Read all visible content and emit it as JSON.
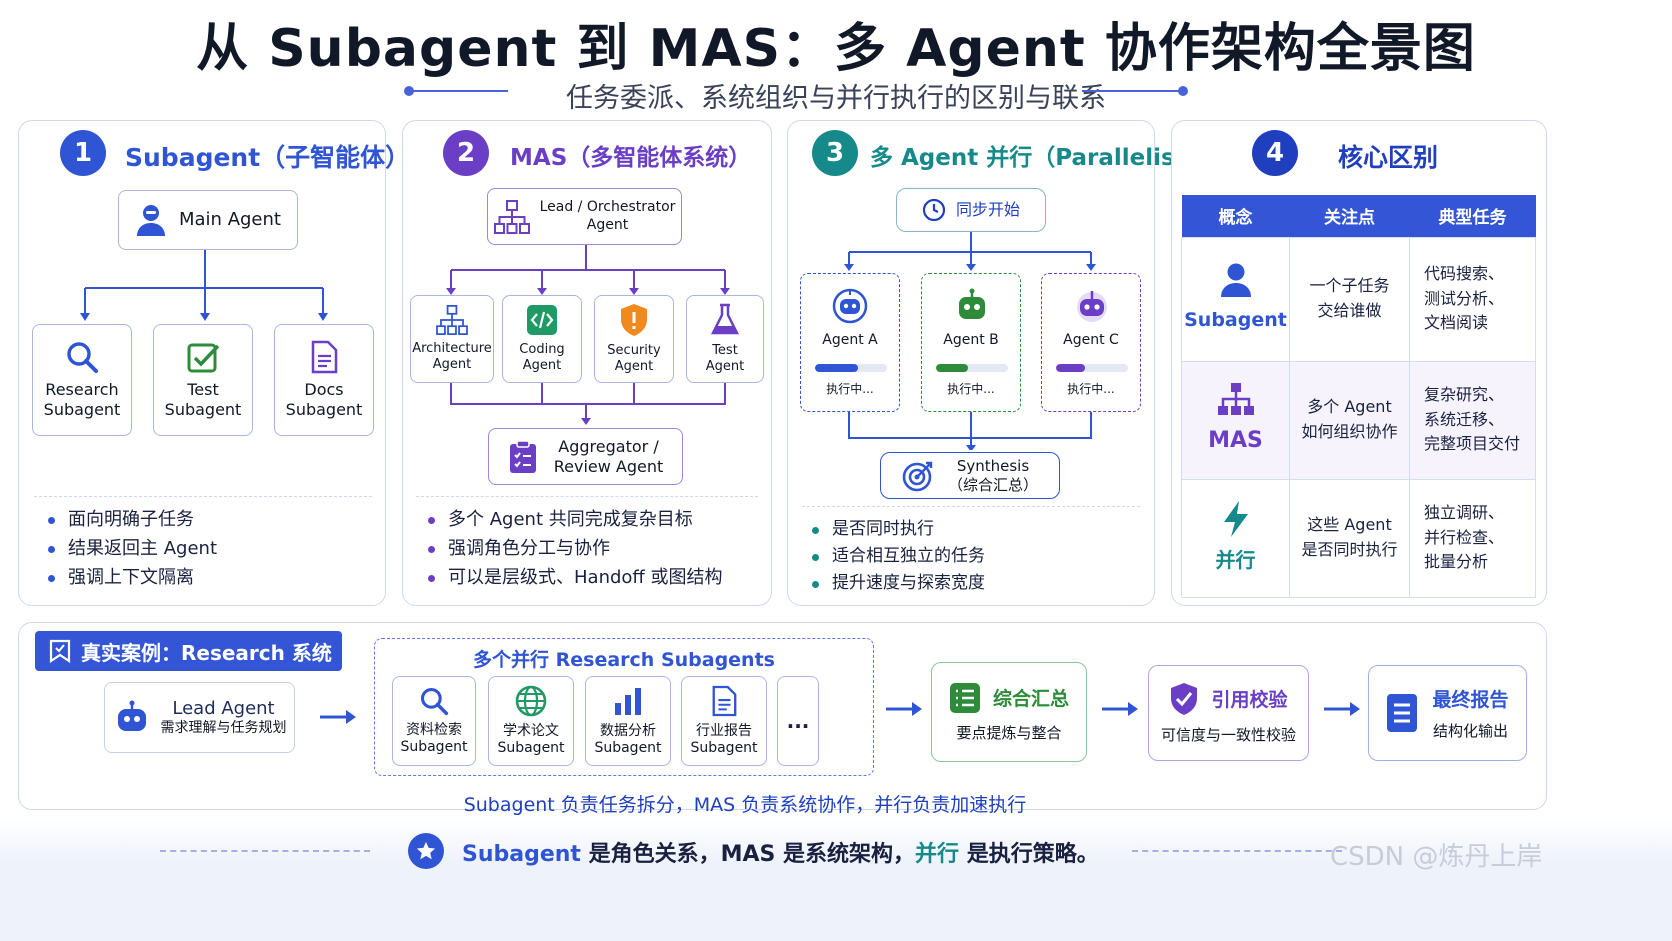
{
  "header": {
    "title": "从 Subagent 到 MAS：多 Agent 协作架构全景图",
    "subtitle": "任务委派、系统组织与并行执行的区别与联系"
  },
  "colors": {
    "blue": "#2f55d4",
    "purple": "#6a3fc6",
    "teal": "#168a8a",
    "navy": "#1f3fbf",
    "green": "#2e8b3a"
  },
  "panel1": {
    "num": "1",
    "title": "Subagent（子智能体）",
    "main_agent": "Main Agent",
    "children": [
      {
        "label1": "Research",
        "label2": "Subagent",
        "icon": "search-icon"
      },
      {
        "label1": "Test",
        "label2": "Subagent",
        "icon": "check-icon"
      },
      {
        "label1": "Docs",
        "label2": "Subagent",
        "icon": "document-icon"
      }
    ],
    "bullets": [
      "面向明确子任务",
      "结果返回主 Agent",
      "强调上下文隔离"
    ]
  },
  "panel2": {
    "num": "2",
    "title": "MAS（多智能体系统）",
    "lead1": "Lead / Orchestrator",
    "lead2": "Agent",
    "children": [
      {
        "label1": "Architecture",
        "label2": "Agent",
        "icon": "hierarchy-icon"
      },
      {
        "label1": "Coding",
        "label2": "Agent",
        "icon": "code-icon"
      },
      {
        "label1": "Security",
        "label2": "Agent",
        "icon": "shield-icon"
      },
      {
        "label1": "Test",
        "label2": "Agent",
        "icon": "flask-icon"
      }
    ],
    "aggregator1": "Aggregator /",
    "aggregator2": "Review Agent",
    "bullets": [
      "多个 Agent 共同完成复杂目标",
      "强调角色分工与协作",
      "可以是层级式、Handoff 或图结构"
    ]
  },
  "panel3": {
    "num": "3",
    "title": "多 Agent 并行（Parallelism）",
    "start": "同步开始",
    "agents": [
      {
        "name": "Agent A",
        "status": "执行中...",
        "progress": 0.6,
        "color": "#2f55d4"
      },
      {
        "name": "Agent B",
        "status": "执行中...",
        "progress": 0.45,
        "color": "#2e8b3a"
      },
      {
        "name": "Agent C",
        "status": "执行中...",
        "progress": 0.4,
        "color": "#6a3fc6"
      }
    ],
    "synthesis1": "Synthesis",
    "synthesis2": "（综合汇总）",
    "bullets": [
      "是否同时执行",
      "适合相互独立的任务",
      "提升速度与探索宽度"
    ]
  },
  "panel4": {
    "num": "4",
    "title": "核心区别",
    "headers": [
      "概念",
      "关注点",
      "典型任务"
    ],
    "rows": [
      {
        "concept": "Subagent",
        "focus1": "一个子任务",
        "focus2": "交给谁做",
        "t1": "代码搜索、",
        "t2": "测试分析、",
        "t3": "文档阅读"
      },
      {
        "concept": "MAS",
        "focus1": "多个 Agent",
        "focus2": "如何组织协作",
        "t1": "复杂研究、",
        "t2": "系统迁移、",
        "t3": "完整项目交付"
      },
      {
        "concept": "并行",
        "focus1": "这些 Agent",
        "focus2": "是否同时执行",
        "t1": "独立调研、",
        "t2": "并行检查、",
        "t3": "批量分析"
      }
    ]
  },
  "case": {
    "tag": "真实案例：Research 系统",
    "lead_title": "Lead Agent",
    "lead_sub": "需求理解与任务规划",
    "group_title": "多个并行 Research Subagents",
    "subs": [
      {
        "l1": "资料检索",
        "l2": "Subagent",
        "icon": "search-icon"
      },
      {
        "l1": "学术论文",
        "l2": "Subagent",
        "icon": "globe-icon"
      },
      {
        "l1": "数据分析",
        "l2": "Subagent",
        "icon": "bar-chart-icon"
      },
      {
        "l1": "行业报告",
        "l2": "Subagent",
        "icon": "document-icon"
      }
    ],
    "more": "...",
    "steps": [
      {
        "title": "综合汇总",
        "sub": "要点提炼与整合",
        "color": "#2e8b3a",
        "icon": "list-icon"
      },
      {
        "title": "引用校验",
        "sub": "可信度与一致性校验",
        "color": "#6a3fc6",
        "icon": "shield-check-icon"
      },
      {
        "title": "最终报告",
        "sub": "结构化输出",
        "color": "#2f55d4",
        "icon": "report-icon"
      }
    ],
    "caption": "Subagent 负责任务拆分，MAS 负责系统协作，并行负责加速执行"
  },
  "footer": {
    "part1": "Subagent",
    "part2": " 是角色关系，MAS 是系统架构，",
    "part3": "并行",
    "part4": " 是执行策略。",
    "watermark": "CSDN @炼丹上岸"
  }
}
